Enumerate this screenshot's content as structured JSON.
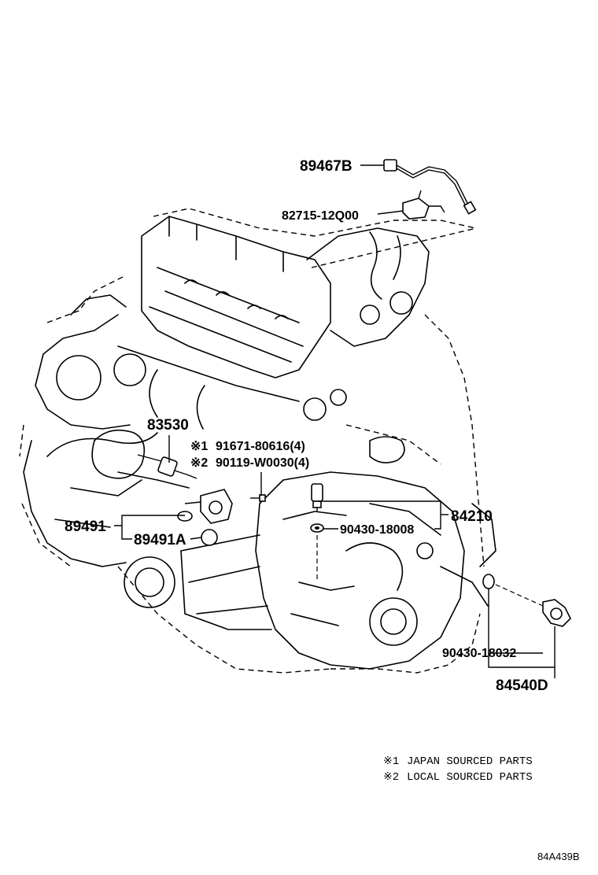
{
  "parts": [
    {
      "id": "p1",
      "number": "89467B"
    },
    {
      "id": "p2",
      "number": "82715-12Q00"
    },
    {
      "id": "p3",
      "number": "83530"
    },
    {
      "id": "p4",
      "number": "91671-80616(4)",
      "marker": "※1"
    },
    {
      "id": "p5",
      "number": "90119-W0030(4)",
      "marker": "※2"
    },
    {
      "id": "p6",
      "number": "84210"
    },
    {
      "id": "p7",
      "number": "90430-18008"
    },
    {
      "id": "p8",
      "number": "89491"
    },
    {
      "id": "p9",
      "number": "89491A"
    },
    {
      "id": "p10",
      "number": "90430-18032"
    },
    {
      "id": "p11",
      "number": "84540D"
    }
  ],
  "notes": [
    {
      "marker": "※1",
      "text": "JAPAN SOURCED PARTS"
    },
    {
      "marker": "※2",
      "text": "LOCAL SOURCED PARTS"
    }
  ],
  "diagram_code": "84A439B"
}
